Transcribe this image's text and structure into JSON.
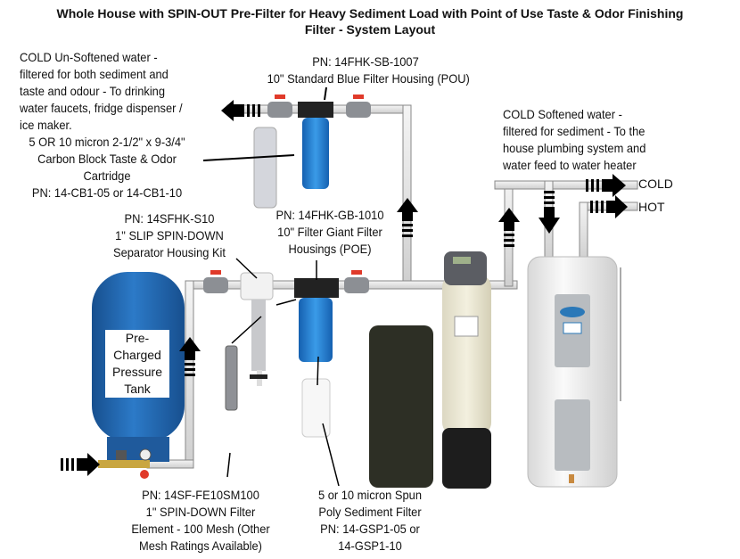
{
  "title": [
    "Whole House with SPIN-OUT Pre-Filter for Heavy Sediment Load with Point of Use Taste & Odor Finishing",
    "Filter - System Layout"
  ],
  "labels": {
    "cold_unsoftened": [
      "COLD Un-Softened water -",
      "filtered for both sediment and",
      "taste and odour - To drinking",
      "water faucets, fridge dispenser /",
      "ice maker."
    ],
    "pou_housing": [
      "PN: 14FHK-SB-1007",
      "10\" Standard Blue Filter Housing (POU)"
    ],
    "carbon_cartridge": [
      "5 OR 10 micron 2-1/2\" x 9-3/4\"",
      "Carbon Block Taste & Odor",
      "Cartridge",
      "PN: 14-CB1-05 or 14-CB1-10"
    ],
    "cold_softened": [
      "COLD Softened water -",
      "filtered for sediment - To the",
      "house plumbing system and",
      "water feed to water heater"
    ],
    "spin_down_kit": [
      "PN: 14SFHK-S10",
      "1\" SLIP SPIN-DOWN",
      "Separator Housing Kit"
    ],
    "poe_housing": [
      "PN: 14FHK-GB-1010",
      "10\" Filter Giant Filter",
      "Housings (POE)"
    ],
    "pressure_tank": [
      "Pre-",
      "Charged",
      "Pressure",
      "Tank"
    ],
    "spin_down_element": [
      "PN: 14SF-FE10SM100",
      "1\" SPIN-DOWN Filter",
      "Element - 100 Mesh (Other",
      "Mesh Ratings Available)"
    ],
    "spun_poly": [
      "5 or 10 micron Spun",
      "Poly Sediment Filter",
      "PN: 14-GSP1-05 or",
      "14-GSP1-10"
    ],
    "cold_out": "COLD",
    "hot_out": "HOT"
  },
  "colors": {
    "blue_housing": "#1e78c8",
    "tank_blue": "#1f63a8",
    "pipe": "#dcdcdc",
    "arrow": "#000000",
    "valve_handle": "#e03a2a"
  }
}
